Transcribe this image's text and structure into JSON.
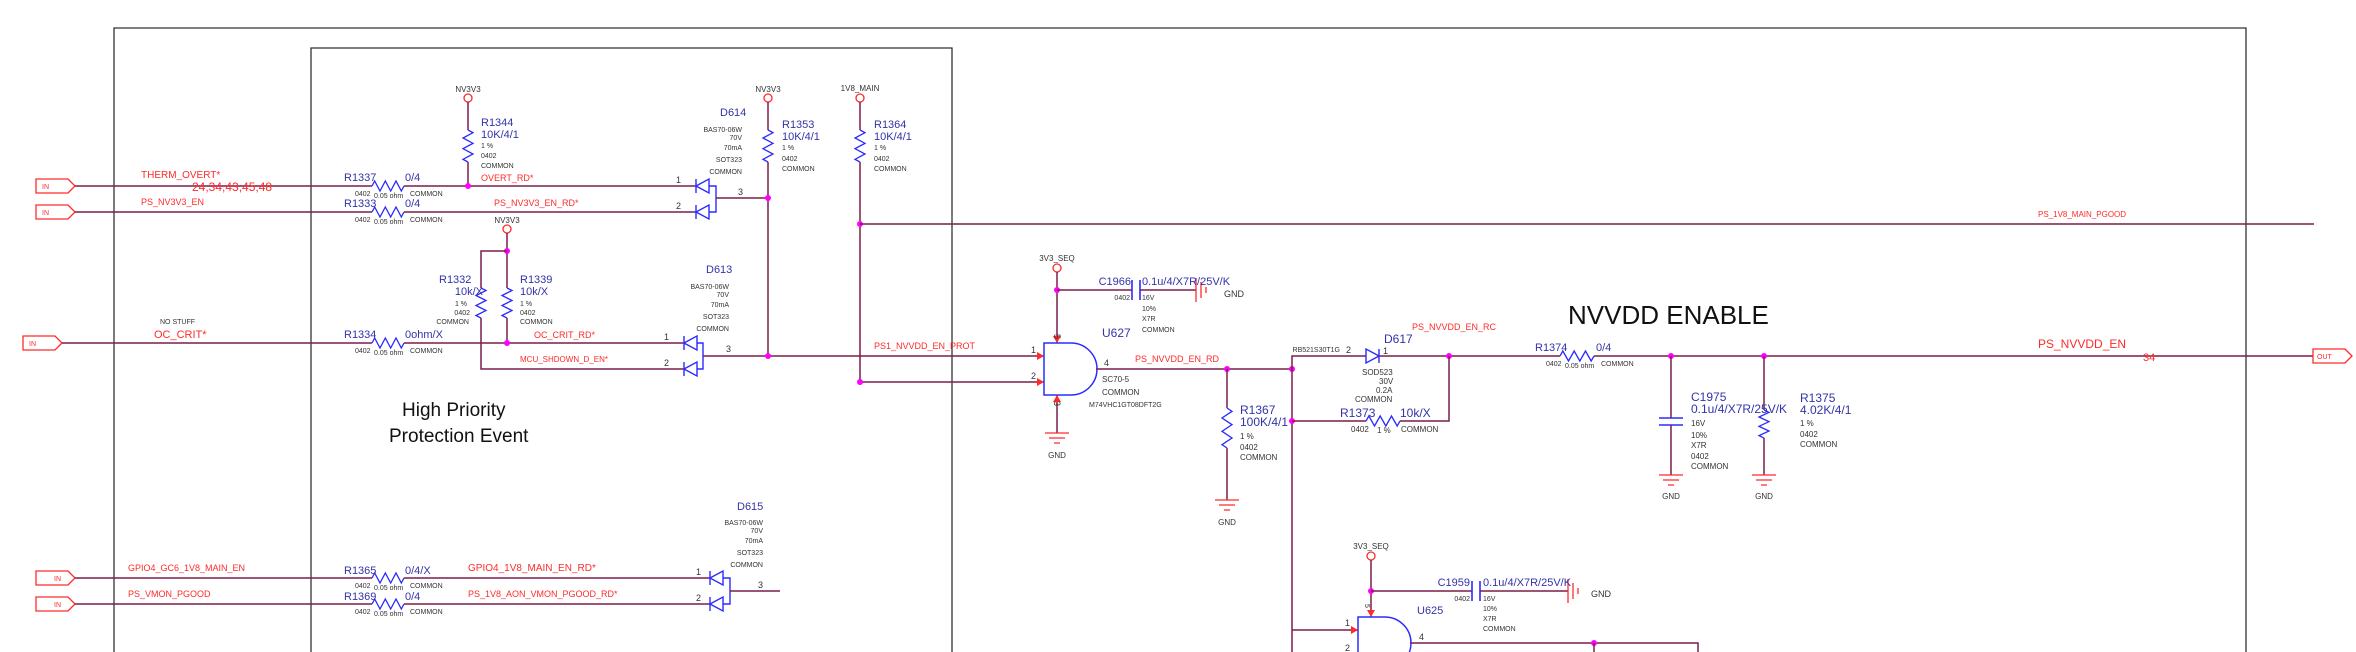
{
  "colors": {
    "wire": "#7a1f4a",
    "net_label": "#ff2a2a",
    "part": "#2b2bff",
    "part_text": "#3333aa",
    "junction": "#ff00ff",
    "border": "#333333"
  },
  "ports": {
    "in": "IN",
    "out": "OUT"
  },
  "power": {
    "nv3v3": "NV3V3",
    "v1v8_main": "1V8_MAIN",
    "v3v3_seq": "3V3_SEQ",
    "gnd": "GND"
  },
  "nets": {
    "therm_overt": "THERM_OVERT*",
    "therm_overt_pages": "24,34,43,45,48",
    "ps_nv3v3_en": "PS_NV3V3_EN",
    "no_stuff": "NO STUFF",
    "oc_crit": "OC_CRIT*",
    "gpio4_gc6": "GPIO4_GC6_1V8_MAIN_EN",
    "ps_vmon_pgood": "PS_VMON_PGOOD",
    "overt_rd": "OVERT_RD*",
    "ps_nv3v3_en_rd": "PS_NV3V3_EN_RD*",
    "oc_crit_rd": "OC_CRIT_RD*",
    "mcu_shdown": "MCU_SHDOWN_D_EN*",
    "ps1_nvvdd_en_prot": "PS1_NVVDD_EN_PROT",
    "ps_1v8_main_pgood": "PS_1V8_MAIN_PGOOD",
    "ps_nvvdd_en_rd": "PS_NVVDD_EN_RD",
    "ps_nvvdd_en_rc": "PS_NVVDD_EN_RC",
    "ps_nvvdd_en": "PS_NVVDD_EN",
    "ps_nvvdd_en_page": "34",
    "gpio4_1v8_rd": "GPIO4_1V8_MAIN_EN_RD*",
    "ps_1v8_aon_rd": "PS_1V8_AON_VMON_PGOOD_RD*"
  },
  "titles": {
    "hp1": "High Priority",
    "hp2": "Protection Event",
    "nvvdd": "NVVDD ENABLE"
  },
  "series_res": {
    "R1337": {
      "ref": "R1337",
      "val": "0/4",
      "pkg": "0402",
      "tol": "0.05 ohm",
      "grp": "COMMON"
    },
    "R1333": {
      "ref": "R1333",
      "val": "0/4",
      "pkg": "0402",
      "tol": "0.05 ohm",
      "grp": "COMMON"
    },
    "R1334": {
      "ref": "R1334",
      "val": "0ohm/X",
      "pkg": "0402",
      "tol": "0.05 ohm",
      "grp": "COMMON"
    },
    "R1365": {
      "ref": "R1365",
      "val": "0/4/X",
      "pkg": "0402",
      "tol": "0.05 ohm",
      "grp": "COMMON"
    },
    "R1369": {
      "ref": "R1369",
      "val": "0/4",
      "pkg": "0402",
      "tol": "0.05 ohm",
      "grp": "COMMON"
    },
    "R1374": {
      "ref": "R1374",
      "val": "0/4",
      "pkg": "0402",
      "tol": "0.05 ohm",
      "grp": "COMMON"
    },
    "R1373": {
      "ref": "R1373",
      "val": "10k/X",
      "pkg": "0402",
      "tol": "1 %",
      "grp": "COMMON"
    }
  },
  "pull_res": {
    "R1344": {
      "ref": "R1344",
      "val": "10K/4/1",
      "tol": "1 %",
      "pkg": "0402",
      "grp": "COMMON"
    },
    "R1353": {
      "ref": "R1353",
      "val": "10K/4/1",
      "tol": "1 %",
      "pkg": "0402",
      "grp": "COMMON"
    },
    "R1364": {
      "ref": "R1364",
      "val": "10K/4/1",
      "tol": "1 %",
      "pkg": "0402",
      "grp": "COMMON"
    },
    "R1332": {
      "ref": "R1332",
      "val": "10k/X",
      "tol": "1 %",
      "pkg": "0402",
      "grp": "COMMON"
    },
    "R1339": {
      "ref": "R1339",
      "val": "10k/X",
      "tol": "1 %",
      "pkg": "0402",
      "grp": "COMMON"
    },
    "R1367": {
      "ref": "R1367",
      "val": "100K/4/1",
      "tol": "1 %",
      "pkg": "0402",
      "grp": "COMMON"
    },
    "R1375": {
      "ref": "R1375",
      "val": "4.02K/4/1",
      "tol": "1 %",
      "pkg": "0402",
      "grp": "COMMON"
    }
  },
  "diodes": {
    "D614": {
      "ref": "D614",
      "part": "BAS70-06W",
      "v": "70V",
      "i": "70mA",
      "pkg": "SOT323",
      "grp": "COMMON",
      "p1": "1",
      "p2": "2",
      "p3": "3"
    },
    "D613": {
      "ref": "D613",
      "part": "BAS70-06W",
      "v": "70V",
      "i": "70mA",
      "pkg": "SOT323",
      "grp": "COMMON",
      "p1": "1",
      "p2": "2",
      "p3": "3"
    },
    "D615": {
      "ref": "D615",
      "part": "BAS70-06W",
      "v": "70V",
      "i": "70mA",
      "pkg": "SOT323",
      "grp": "COMMON",
      "p1": "1",
      "p2": "2",
      "p3": "3"
    },
    "D617": {
      "ref": "D617",
      "part": "RB521S30T1G",
      "pkg": "SOD523",
      "v": "30V",
      "i": "0.2A",
      "grp": "COMMON",
      "p1": "1",
      "p2": "2"
    }
  },
  "caps": {
    "C1966": {
      "ref": "C1966",
      "val": "0.1u/4/X7R/25V/K",
      "pkg": "0402",
      "v": "16V",
      "tol": "10%",
      "diel": "X7R",
      "grp": "COMMON"
    },
    "C1975": {
      "ref": "C1975",
      "val": "0.1u/4/X7R/25V/K",
      "pkg": "0402",
      "v": "16V",
      "tol": "10%",
      "diel": "X7R",
      "grp": "COMMON"
    },
    "C1959": {
      "ref": "C1959",
      "val": "0.1u/4/X7R/25V/K",
      "pkg": "0402",
      "v": "16V",
      "tol": "10%",
      "diel": "X7R",
      "grp": "COMMON"
    }
  },
  "gates": {
    "U627": {
      "ref": "U627",
      "pkg": "SC70-5",
      "grp": "COMMON",
      "part": "M74VHC1GT08DFT2G",
      "p1": "1",
      "p2": "2",
      "p3": "3",
      "p4": "4",
      "p5": "5"
    },
    "U625": {
      "ref": "U625",
      "p1": "1",
      "p2": "2",
      "p4": "4",
      "p5": "5"
    }
  }
}
